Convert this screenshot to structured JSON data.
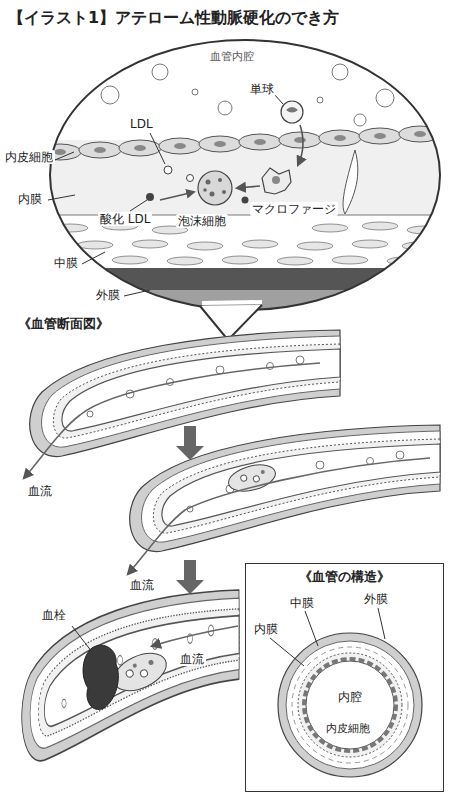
{
  "diagram": {
    "title": "【イラスト1】アテローム性動脈硬化のでき方",
    "nodes": [
      {
        "text": [
          "《血管の構造》"
        ]
      }
    ],
    "labels": [
      "血管内腔",
      "単球",
      "LDL",
      "内皮細胞",
      "内膜",
      "酸化 LDL",
      "泡沫細胞",
      "マクロファージ",
      "中膜",
      "外膜",
      "《血管断面図》",
      "血流",
      "血流",
      "血栓",
      "血流",
      "中膜",
      "外膜",
      "内膜",
      "内腔",
      "内皮細胞"
    ]
  }
}
